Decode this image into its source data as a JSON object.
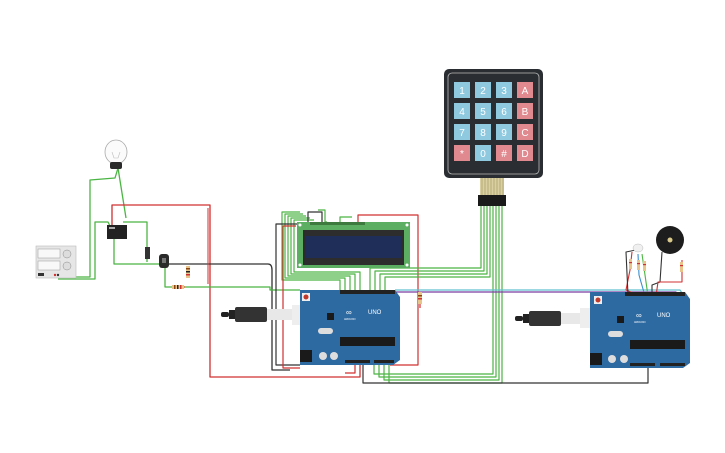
{
  "canvas": {
    "title": "Circuit design canvas",
    "background": "#ffffff"
  },
  "keypad": {
    "name": "4x4 Keypad",
    "keys": [
      [
        "1",
        "2",
        "3",
        "A"
      ],
      [
        "4",
        "5",
        "6",
        "B"
      ],
      [
        "7",
        "8",
        "9",
        "C"
      ],
      [
        "*",
        "0",
        "#",
        "D"
      ]
    ],
    "colors": {
      "numeric": "#8ec9e0",
      "function": "#e0898f",
      "body": "#2a2d31"
    }
  },
  "lcd": {
    "name": "LCD 16x2",
    "board_color": "#5cae63",
    "screen_color": "#1f2d59"
  },
  "arduino_left": {
    "label": "UNO",
    "brand": "ARDUINO",
    "board_color": "#2e6aa2"
  },
  "arduino_right": {
    "label": "UNO",
    "brand": "ARDUINO",
    "board_color": "#2e6aa2"
  },
  "relay": {
    "name": "Relay"
  },
  "light_bulb": {
    "name": "Light bulb"
  },
  "power_supply": {
    "name": "Power supply"
  },
  "buzzer": {
    "name": "Piezo buzzer"
  },
  "rgb_led": {
    "name": "RGB LED"
  },
  "wire_colors": {
    "green": "#4bb543",
    "red": "#d03030",
    "black": "#333333",
    "purple": "#7a3fa0",
    "cyan": "#5fc0d0"
  }
}
